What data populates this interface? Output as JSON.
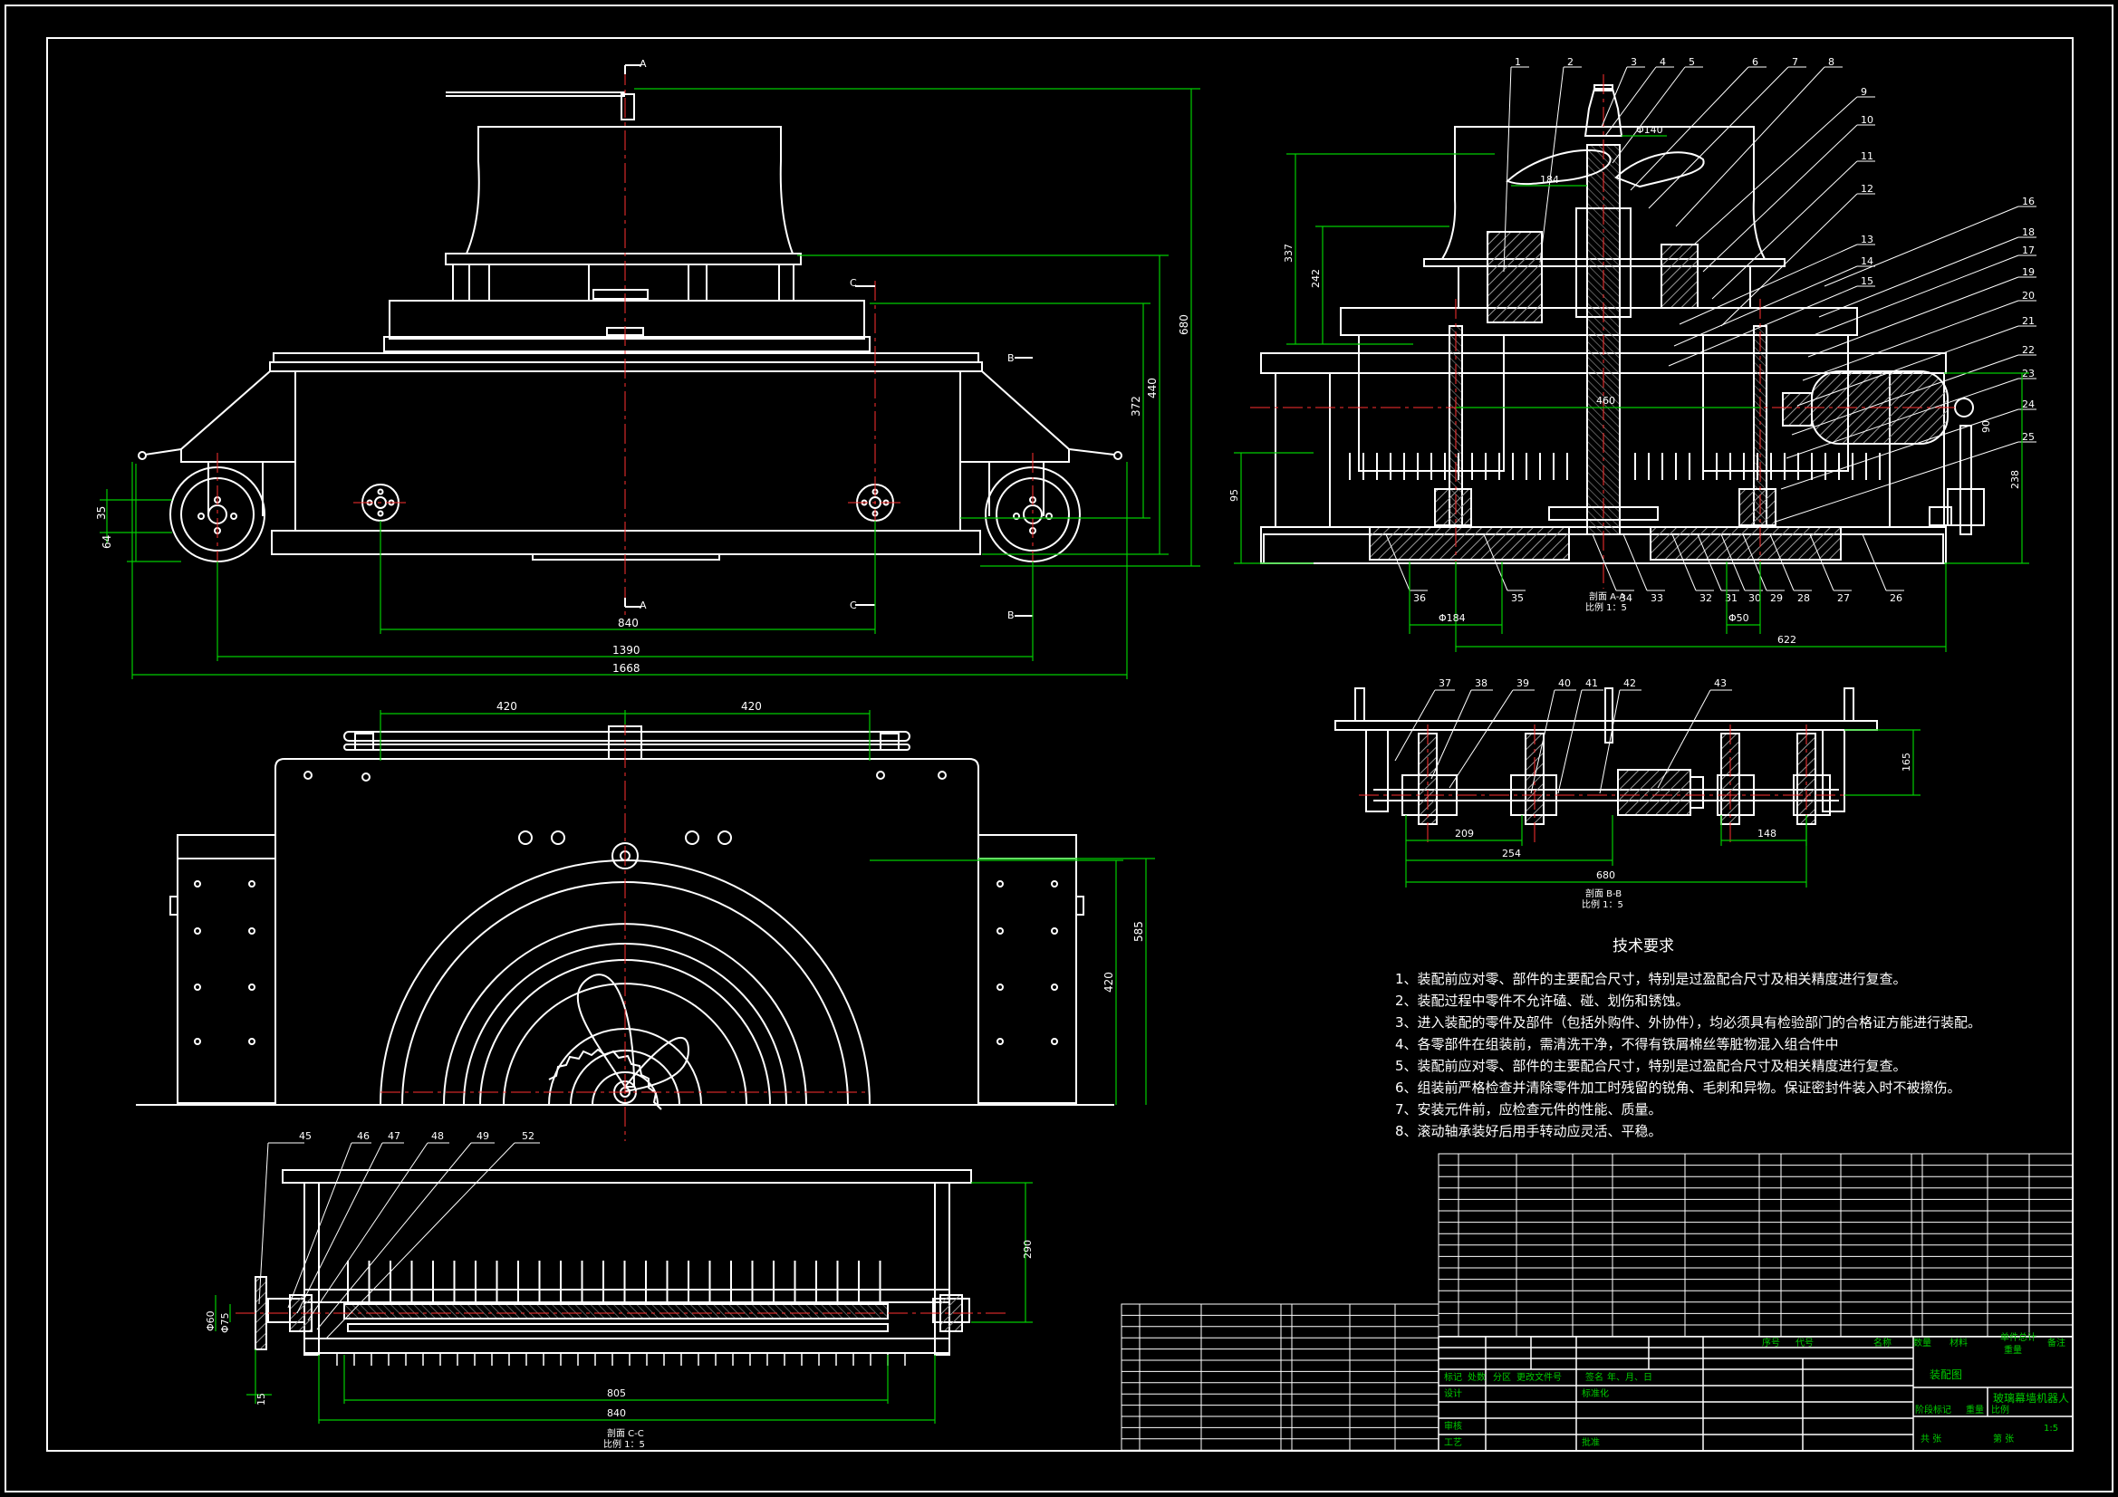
{
  "tech_requirements": {
    "title": "技术要求",
    "items": [
      "1、装配前应对零、部件的主要配合尺寸，特别是过盈配合尺寸及相关精度进行复查。",
      "2、装配过程中零件不允许磕、碰、划伤和锈蚀。",
      "3、进入装配的零件及部件（包括外购件、外协件），均必须具有检验部门的合格证方能进行装配。",
      "4、各零部件在组装前，需清洗干净，不得有铁屑棉丝等脏物混入组合件中",
      "5、装配前应对零、部件的主要配合尺寸，特别是过盈配合尺寸及相关精度进行复查。",
      "6、组装前严格检查并清除零件加工时残留的锐角、毛刺和异物。保证密封件装入时不被擦伤。",
      "7、安装元件前，应检查元件的性能、质量。",
      "8、滚动轴承装好后用手转动应灵活、平稳。"
    ]
  },
  "front_view": {
    "section_marks": [
      "A",
      "A",
      "B",
      "B",
      "C",
      "C"
    ],
    "dims": {
      "d840": "840",
      "d1390": "1390",
      "d1668": "1668",
      "d680": "680",
      "d440": "440",
      "d372": "372",
      "d35": "35",
      "d64": "64"
    }
  },
  "side_view": {
    "dims": {
      "d420a": "420",
      "d420b": "420",
      "d585": "585",
      "d420v": "420"
    }
  },
  "section_aa": {
    "part_numbers_top": [
      "1",
      "2",
      "3",
      "4",
      "5",
      "6",
      "7",
      "8",
      "9",
      "10",
      "11",
      "12"
    ],
    "part_numbers_right": [
      "13",
      "14",
      "15",
      "16",
      "18",
      "17",
      "19",
      "20",
      "21",
      "22",
      "23",
      "24",
      "25"
    ],
    "part_numbers_bottom": [
      "36",
      "35",
      "34",
      "33",
      "32",
      "31",
      "30",
      "29",
      "28",
      "27",
      "26"
    ],
    "dims": {
      "d337": "337",
      "d242": "242",
      "d184": "184",
      "d140": "Φ140",
      "d460": "460",
      "d95": "95",
      "d184b": "Φ184",
      "d50": "Φ50",
      "d622": "622",
      "d238": "238",
      "d90": "90"
    },
    "caption_line1": "剖面 A-A",
    "caption_line2": "比例 1：5"
  },
  "section_bb": {
    "part_numbers": [
      "37",
      "38",
      "39",
      "40",
      "41",
      "42",
      "43"
    ],
    "dims": {
      "d209": "209",
      "d254": "254",
      "d680": "680",
      "d148": "148",
      "d165": "165"
    },
    "caption_line1": "剖面 B-B",
    "caption_line2": "比例 1：5"
  },
  "section_cc": {
    "part_numbers": [
      "45",
      "46",
      "47",
      "48",
      "49",
      "52"
    ],
    "dims": {
      "d805": "805",
      "d840": "840",
      "d290": "290",
      "d15": "15",
      "d60": "Φ60",
      "d75": "Φ75"
    },
    "caption_line1": "剖面 C-C",
    "caption_line2": "比例 1：5"
  },
  "title_block": {
    "header": {
      "seq": "序号",
      "code": "代号",
      "name": "名称",
      "qty": "数量",
      "material": "材料",
      "unit_weight": "单件",
      "total_weight": "总计",
      "weight": "重量",
      "remark": "备注"
    },
    "drawing_title": "装配图",
    "product_name": "玻璃幕墙机器人",
    "sign_cells": [
      "标记",
      "处数",
      "分区",
      "更改文件号",
      "签名",
      "年、月、日",
      "设计",
      "标准化",
      "阶段标记",
      "重量",
      "比例",
      "审核",
      "工艺",
      "批准",
      "共 张",
      "第 张"
    ],
    "scale": "1:5"
  },
  "colors": {
    "line": "#ffffff",
    "dim": "#00cc00",
    "center": "#ff3030",
    "section_hatch": "#b0b0b0",
    "background": "#000000"
  }
}
